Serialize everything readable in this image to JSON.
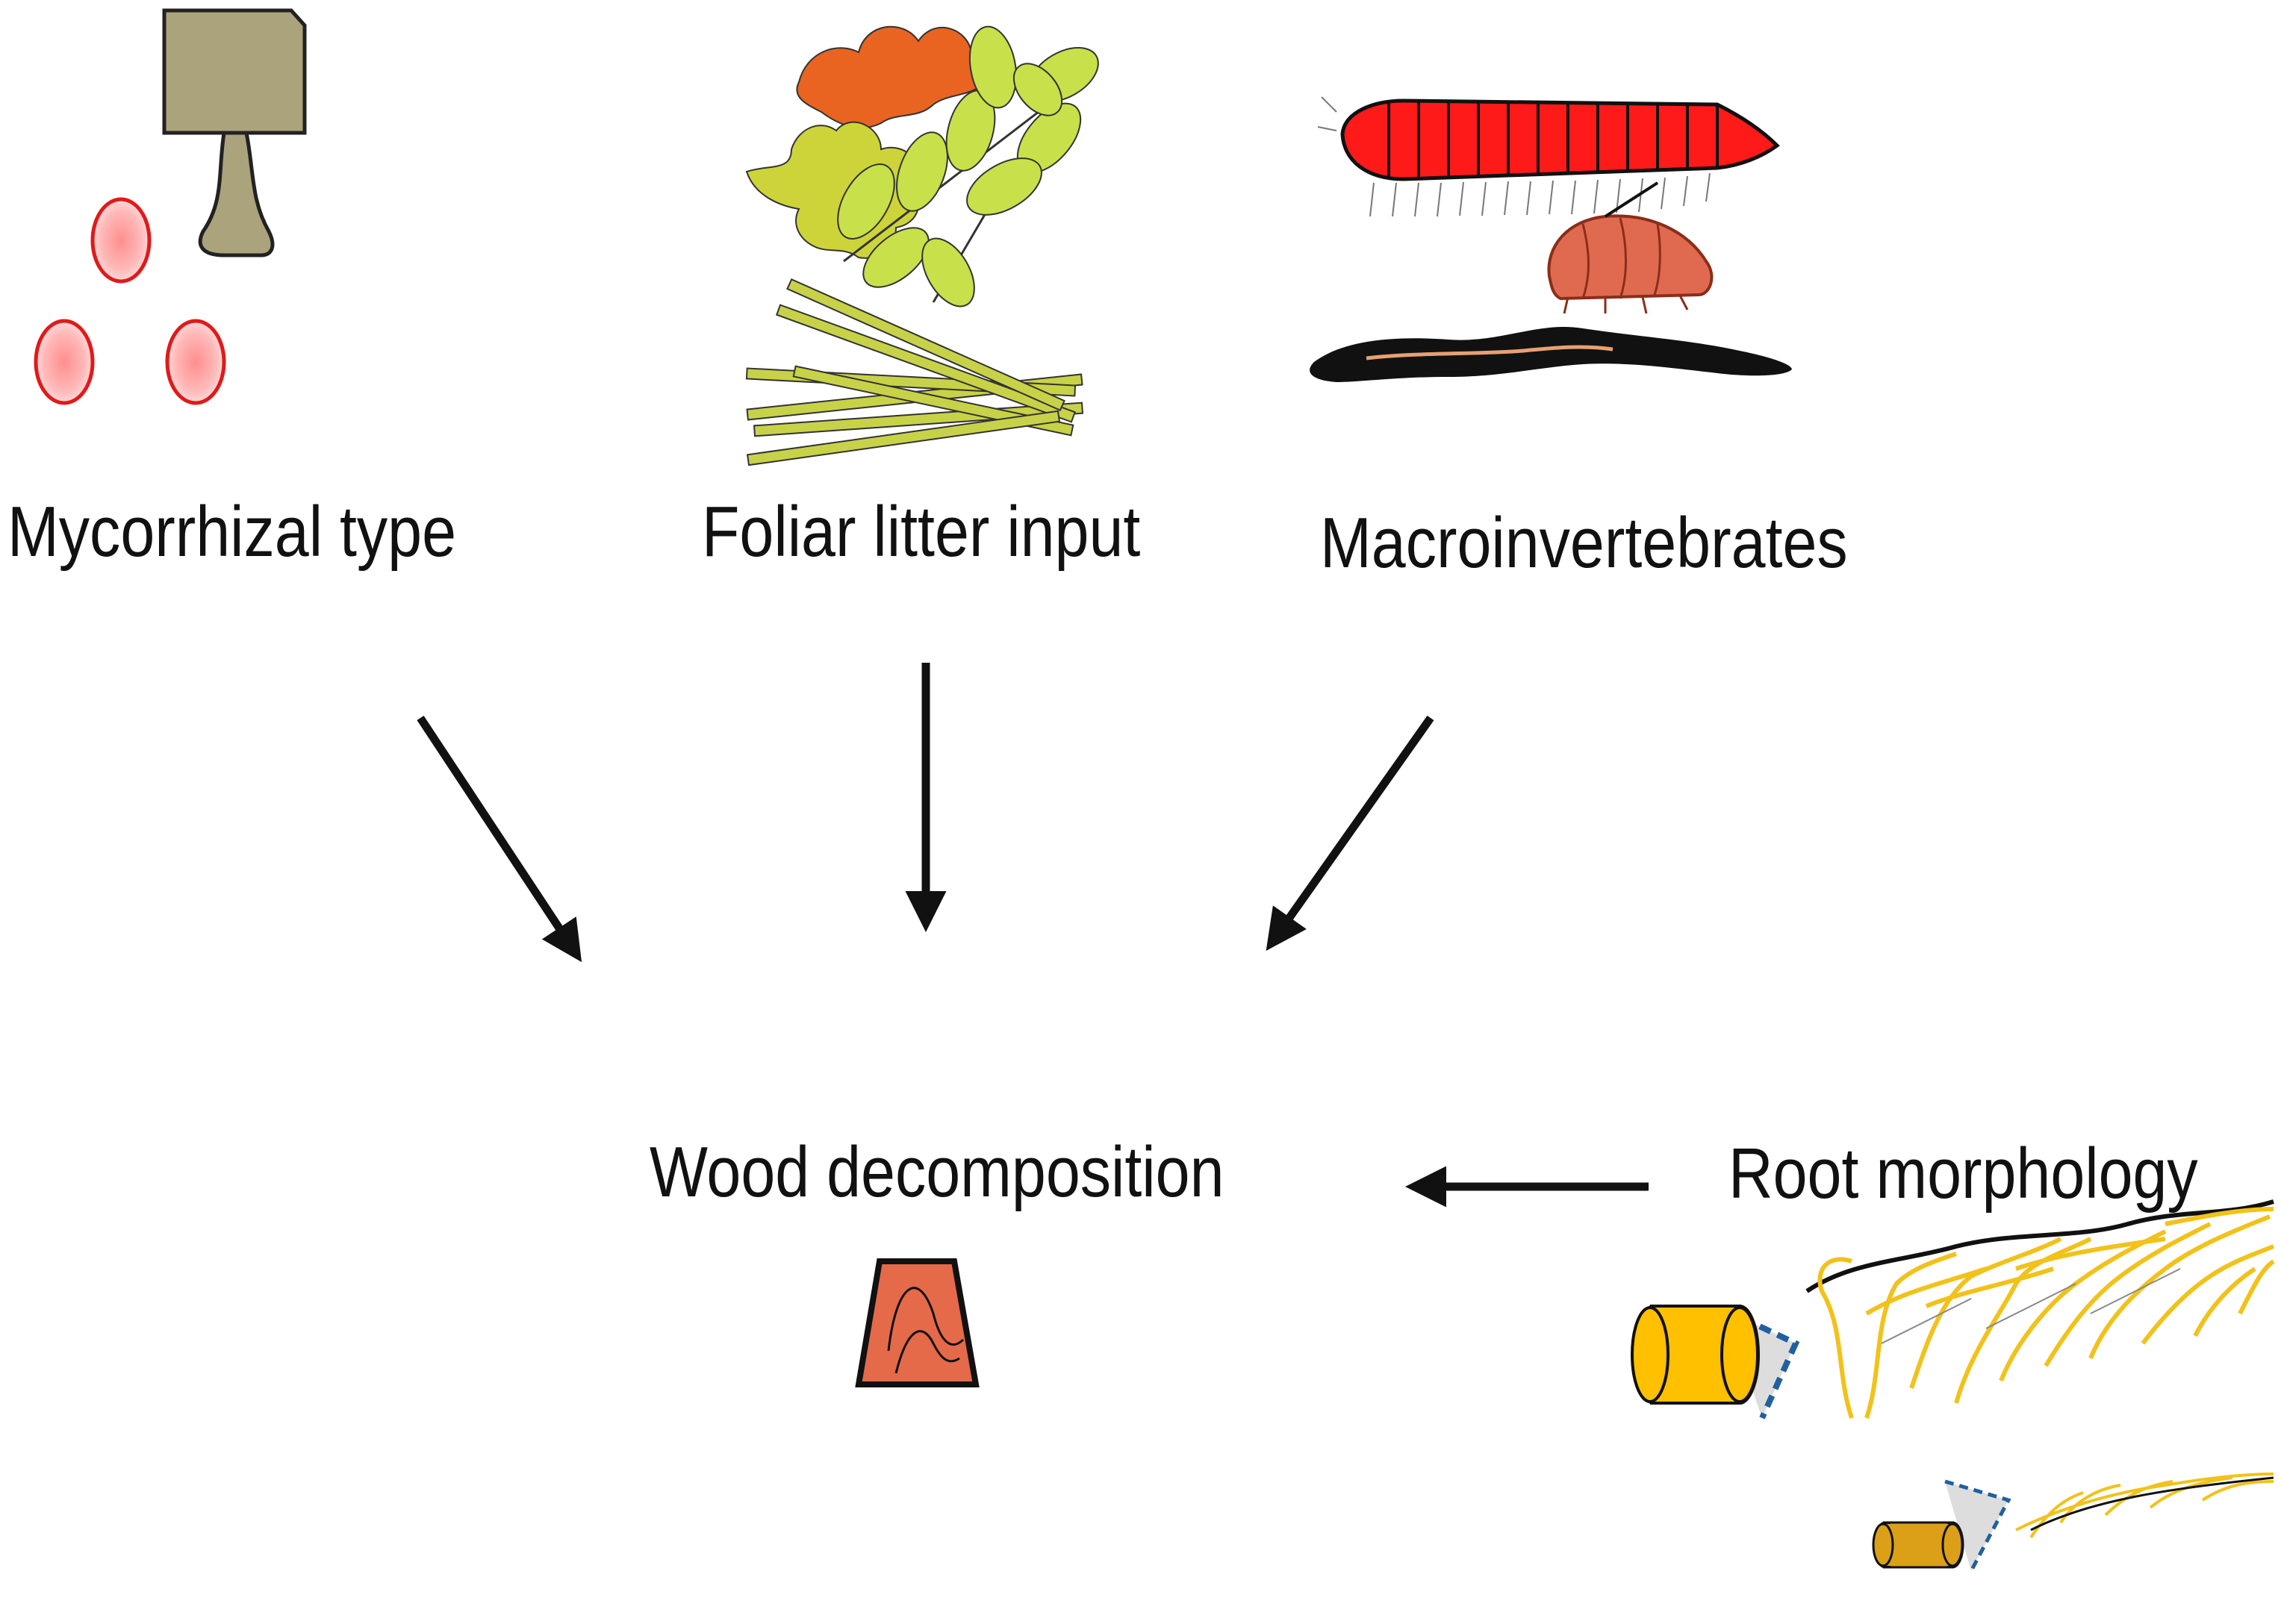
{
  "nodes": {
    "mycorrhizal": {
      "label": "Mycorrhizal type",
      "icon": "mushroom-spores-icon"
    },
    "foliar": {
      "label": "Foliar litter input",
      "icon": "leaf-litter-icon"
    },
    "macro": {
      "label": "Macroinvertebrates",
      "icon": "millipede-woodlouse-earthworm-icon"
    },
    "wood": {
      "label": "Wood decomposition",
      "icon": "wood-block-icon"
    },
    "root": {
      "label": "Root morphology",
      "icon": "root-system-icon"
    }
  },
  "edges": [
    {
      "from": "Mycorrhizal type",
      "to": "Wood decomposition"
    },
    {
      "from": "Foliar litter input",
      "to": "Wood decomposition"
    },
    {
      "from": "Macroinvertebrates",
      "to": "Wood decomposition"
    },
    {
      "from": "Root morphology",
      "to": "Wood decomposition"
    }
  ],
  "colors": {
    "mushroom_cap": "#aba37c",
    "spore": "#ff9a9a",
    "oak_leaf": "#e86420",
    "leaf_yellow": "#cdd43a",
    "leaf_green": "#c8e04a",
    "grass": "#c8d248",
    "millipede": "#ff1a1a",
    "woodlouse": "#e06a50",
    "wood": "#e46a4a",
    "root": "#f2c21a",
    "root_core_large": "#ffc000",
    "root_core_small": "#dba018",
    "arrow": "#111111"
  }
}
